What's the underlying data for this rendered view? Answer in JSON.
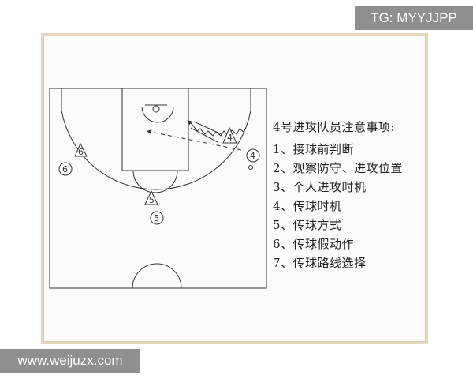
{
  "notes": {
    "title": "4号进攻队员注意事项:",
    "items": [
      "1、接球前判断",
      "2、观察防守、进攻位置",
      "3、个人进攻时机",
      "4、传球时机",
      "5、传球方式",
      "6、传球假动作",
      "7、传球路线选择"
    ]
  },
  "players": {
    "attacker_4": "4",
    "defender_4": "4",
    "attacker_5": "5",
    "defender_5": "5",
    "attacker_6": "6",
    "defender_6": "6"
  },
  "overlays": {
    "top_right_tag": "TG: MYYJJPP",
    "bottom_left_tag": "www.weijuzx.com"
  },
  "colors": {
    "line": "#333333",
    "frame": "#e4d8c3",
    "tag_bg": "#8f8f8f"
  }
}
